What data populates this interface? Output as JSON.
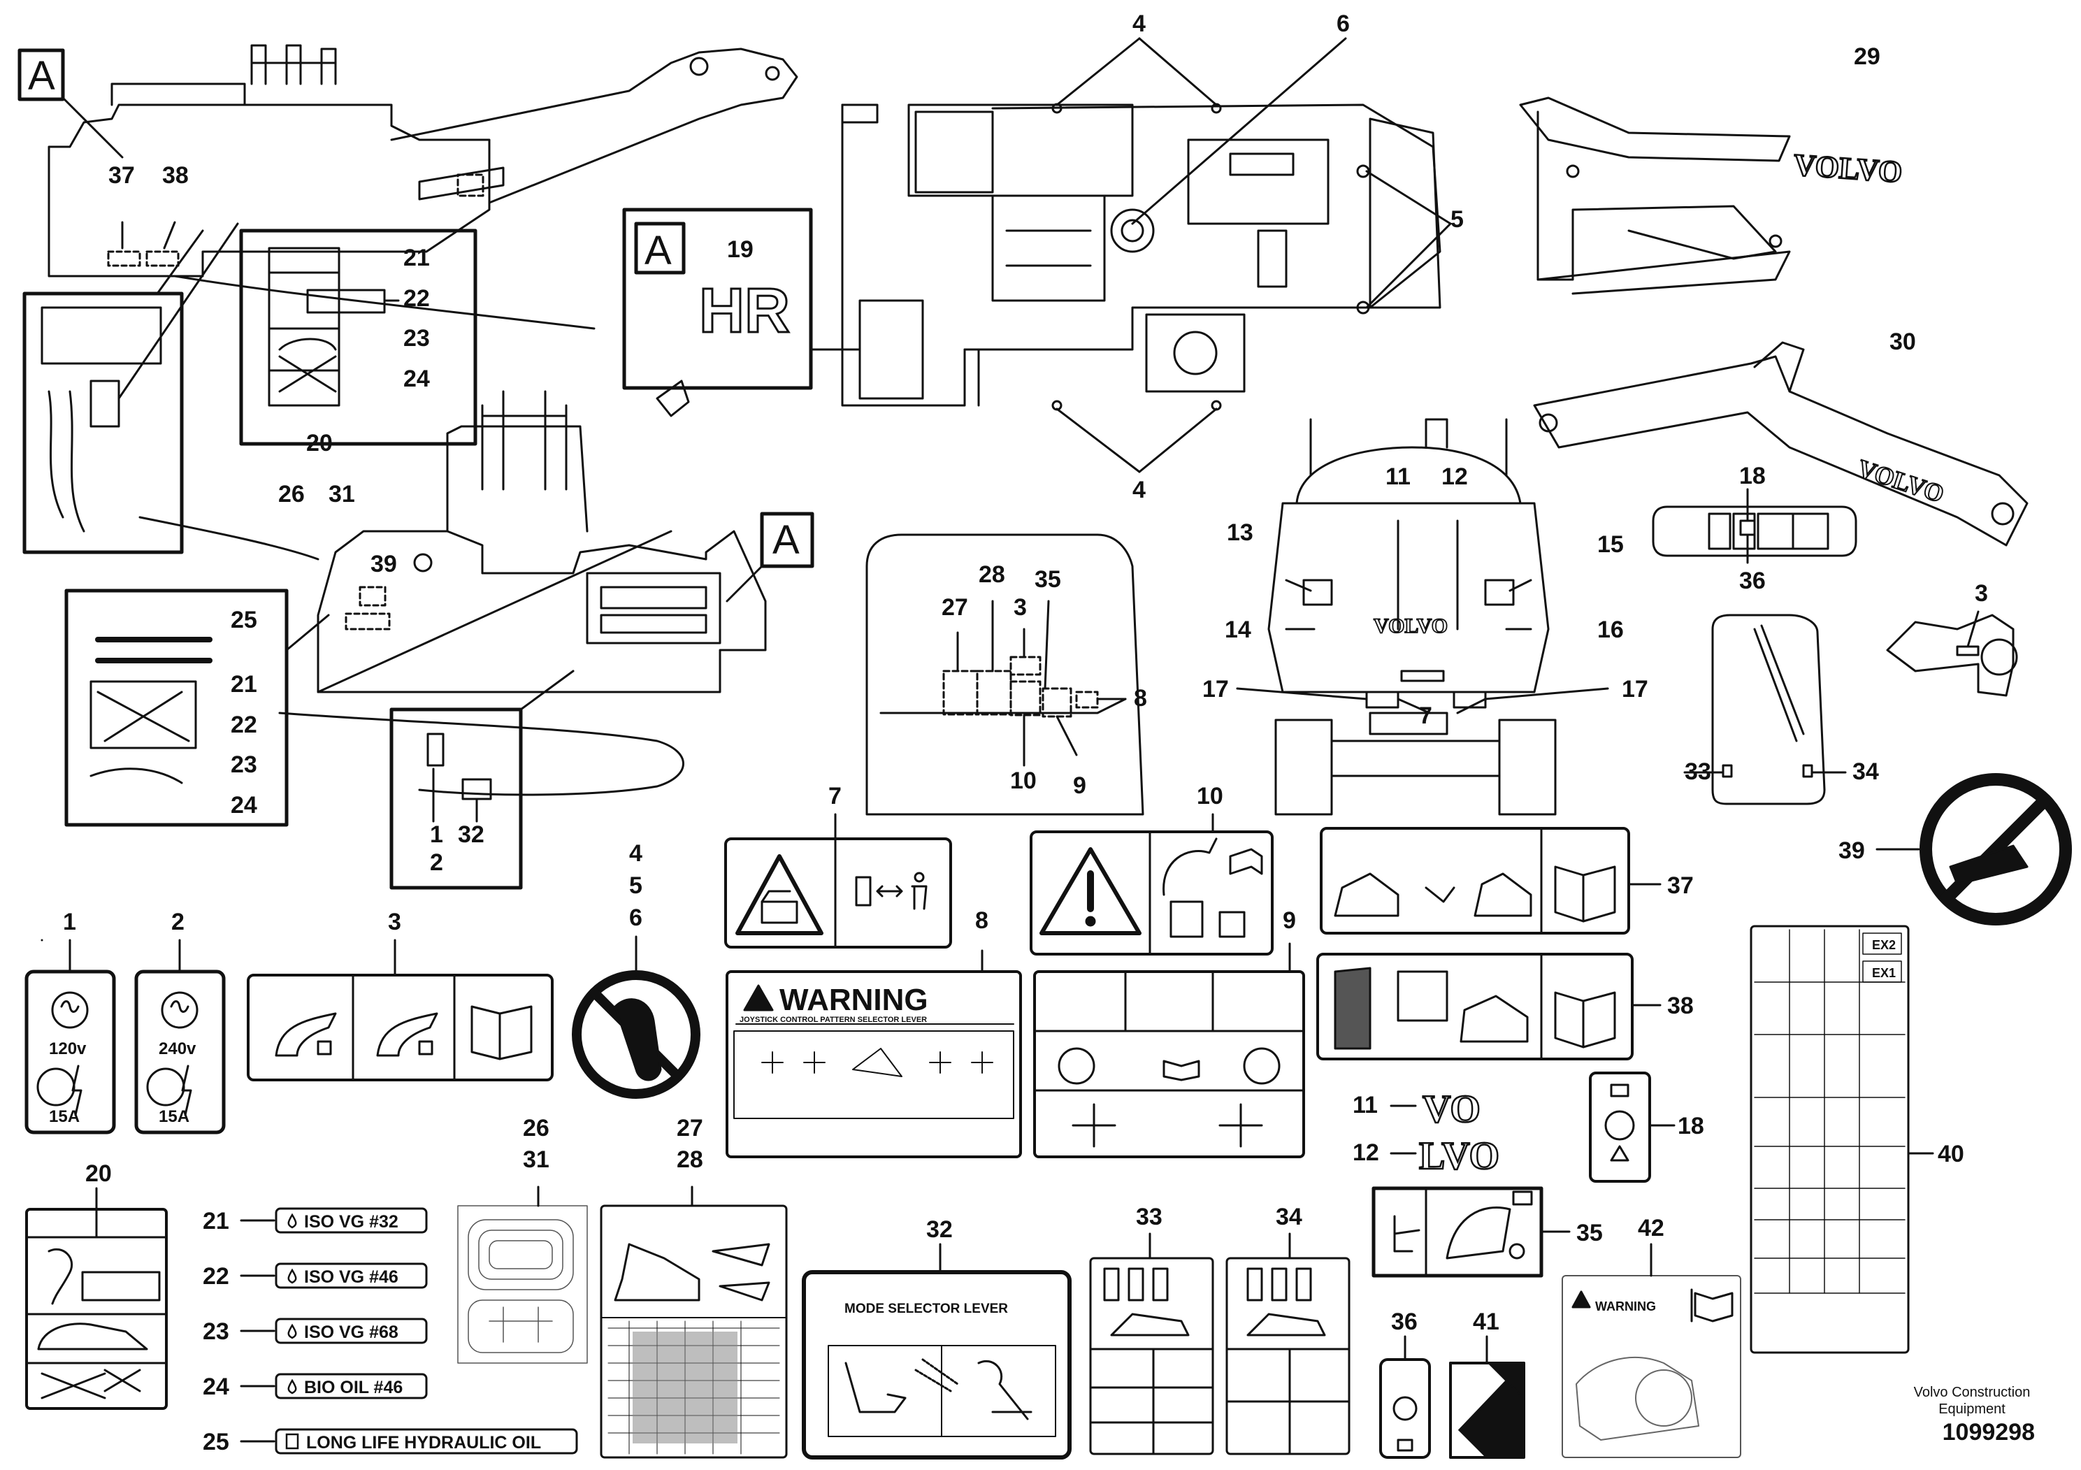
{
  "figure": {
    "company": "Volvo Construction Equipment",
    "drawing_number": "1099298",
    "view_tag": "A",
    "hr_label": "HR",
    "brand_text": "VOLVO",
    "warning_title": "WARNING",
    "joystick_heading": "JOYSTICK CONTROL PATTERN SELECTOR LEVER",
    "mode_selector_title": "MODE SELECTOR LEVER",
    "fuse_labels": {
      "ex2": "EX2",
      "ex1": "EX1"
    }
  },
  "callouts": [
    "1",
    "2",
    "3",
    "4",
    "5",
    "6",
    "7",
    "8",
    "9",
    "10",
    "11",
    "12",
    "13",
    "14",
    "15",
    "16",
    "17",
    "18",
    "19",
    "20",
    "21",
    "22",
    "23",
    "24",
    "25",
    "26",
    "27",
    "28",
    "29",
    "30",
    "31",
    "32",
    "33",
    "34",
    "35",
    "36",
    "37",
    "38",
    "39",
    "40",
    "41",
    "42"
  ],
  "decals": {
    "socket_120": {
      "voltage": "120v",
      "amps": "15A"
    },
    "socket_240": {
      "voltage": "240v",
      "amps": "15A"
    },
    "oil_labels": [
      {
        "num": "21",
        "text": "ISO VG #32"
      },
      {
        "num": "22",
        "text": "ISO VG #46"
      },
      {
        "num": "23",
        "text": "ISO VG #68"
      },
      {
        "num": "24",
        "text": "BIO OIL #46"
      },
      {
        "num": "25",
        "text": "LONG LIFE HYDRAULIC OIL"
      }
    ],
    "partial_logos": [
      {
        "num": "11",
        "text": "VO"
      },
      {
        "num": "12",
        "text": "LVO"
      }
    ]
  }
}
